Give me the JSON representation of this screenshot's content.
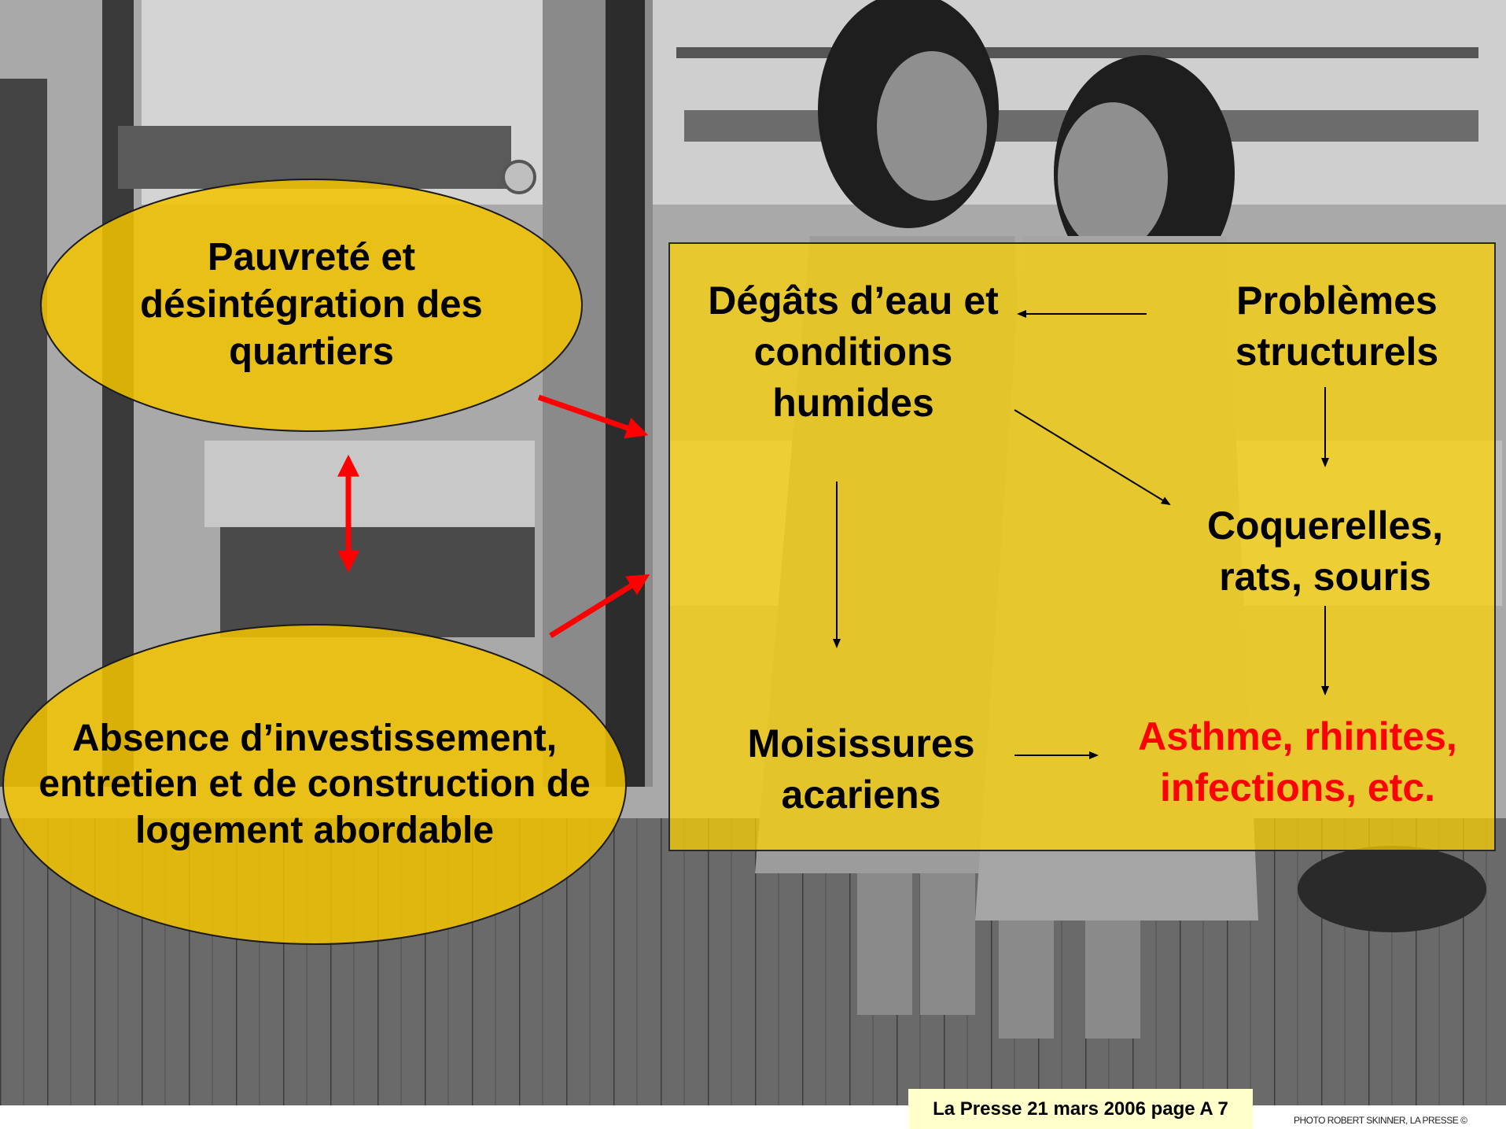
{
  "colors": {
    "panel_fill": "#ffd600",
    "oval_fill": "#f2c400",
    "arrow_red": "#ff0000",
    "arrow_black": "#000000",
    "health_text": "#ff0000"
  },
  "ovals": {
    "poverty": "Pauvreté et désintégration des quartiers",
    "investment": "Absence d’investissement, entretien et de construction de logement abordable"
  },
  "panel": {
    "water": "Dégâts d’eau et conditions humides",
    "structural": "Problèmes structurels",
    "pests": "Coquerelles, rats, souris",
    "mold": "Moisissures acariens",
    "health": "Asthme, rhinites, infections, etc."
  },
  "caption": "La Presse 21 mars 2006 page A 7",
  "credit": "PHOTO ROBERT SKINNER, LA PRESSE ©"
}
